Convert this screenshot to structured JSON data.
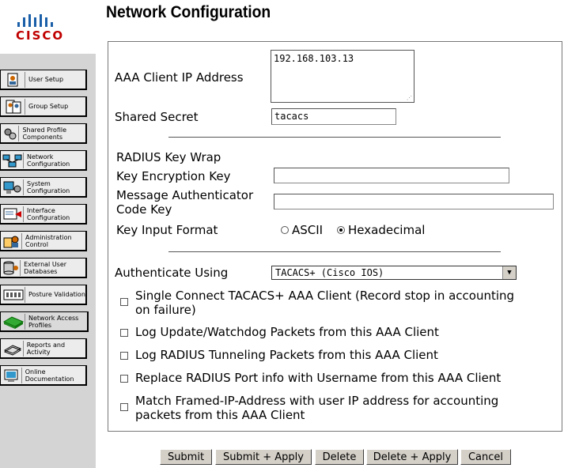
{
  "brand": {
    "logo_text": "CISCO"
  },
  "page": {
    "title": "Network Configuration"
  },
  "sidebar": {
    "items": [
      {
        "label": "User Setup",
        "icon": "user-icon"
      },
      {
        "label": "Group Setup",
        "icon": "group-icon"
      },
      {
        "label": "Shared Profile Components",
        "icon": "components-icon"
      },
      {
        "label": "Network Configuration",
        "icon": "network-icon"
      },
      {
        "label": "System Configuration",
        "icon": "system-icon"
      },
      {
        "label": "Interface Configuration",
        "icon": "interface-icon"
      },
      {
        "label": "Administration Control",
        "icon": "admin-icon"
      },
      {
        "label": "External User Databases",
        "icon": "database-icon"
      },
      {
        "label": "Posture Validation",
        "icon": "posture-icon"
      },
      {
        "label": "Network Access Profiles",
        "icon": "access-profiles-icon"
      },
      {
        "label": "Reports and Activity",
        "icon": "reports-icon"
      },
      {
        "label": "Online Documentation",
        "icon": "docs-icon"
      }
    ]
  },
  "form": {
    "client_ip_label": "AAA Client IP Address",
    "client_ip_value": "192.168.103.13",
    "shared_secret_label": "Shared Secret",
    "shared_secret_value": "tacacs",
    "radius_header": "RADIUS Key Wrap",
    "kek_label": "Key Encryption Key",
    "kek_value": "",
    "mack_label_line1": "Message Authenticator",
    "mack_label_line2": "Code Key",
    "mack_value": "",
    "key_format_label": "Key Input Format",
    "format_ascii": "ASCII",
    "format_hex": "Hexadecimal",
    "format_selected": "Hexadecimal",
    "auth_label": "Authenticate Using",
    "auth_value": "TACACS+ (Cisco IOS)",
    "options": [
      {
        "line1": "Single Connect TACACS+ AAA Client (Record stop in accounting",
        "line2": "on failure)",
        "checked": false
      },
      {
        "line1": "Log Update/Watchdog Packets from this AAA Client",
        "line2": "",
        "checked": false
      },
      {
        "line1": "Log RADIUS Tunneling Packets from this AAA Client",
        "line2": "",
        "checked": false
      },
      {
        "line1": "Replace RADIUS Port info with Username from this AAA Client",
        "line2": "",
        "checked": false
      },
      {
        "line1": "Match Framed-IP-Address with user IP address for accounting",
        "line2": "packets from this AAA Client",
        "checked": false
      }
    ]
  },
  "buttons": {
    "submit": "Submit",
    "submit_apply": "Submit + Apply",
    "delete": "Delete",
    "delete_apply": "Delete + Apply",
    "cancel": "Cancel"
  },
  "colors": {
    "logo_bars": "#1a5fa8",
    "logo_text": "#c00000",
    "sidebar_bg": "#d4d4d4"
  }
}
